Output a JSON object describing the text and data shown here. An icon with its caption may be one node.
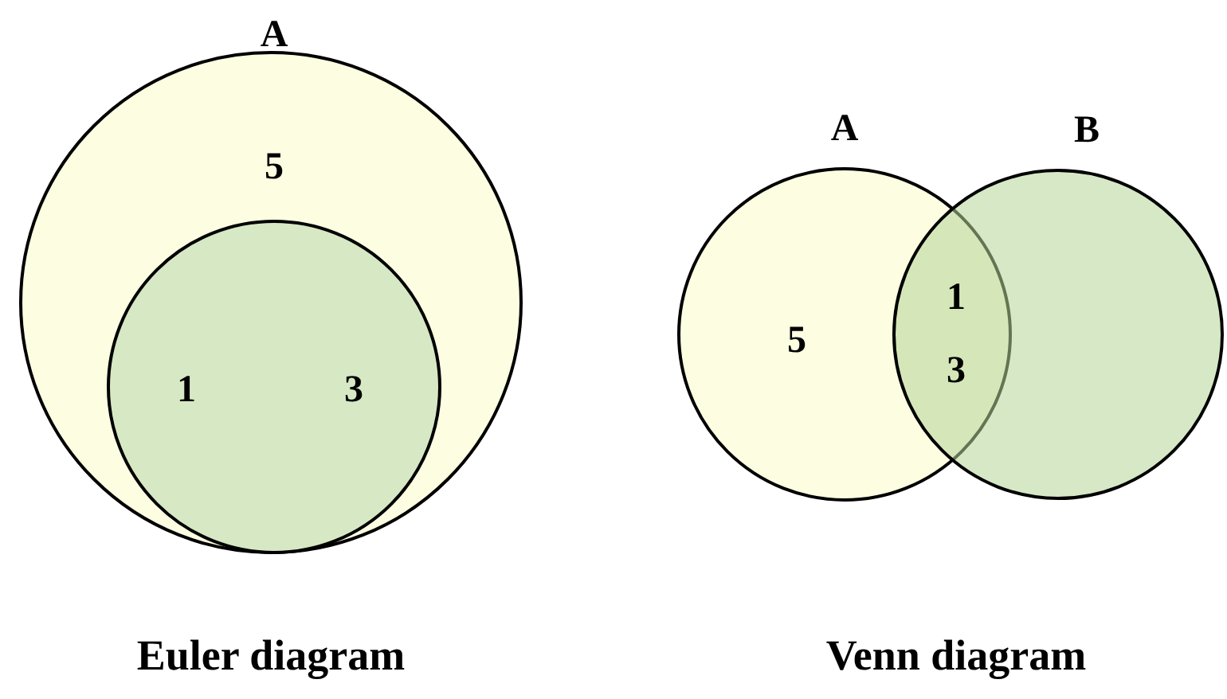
{
  "diagram": {
    "nodes": [
      {
        "text": [
          "A",
          "5"
        ]
      },
      {
        "text": [
          "1",
          "3"
        ],
        "in": 0
      },
      {
        "text": [
          "A",
          "5"
        ]
      },
      {
        "text": [
          "B"
        ]
      }
    ],
    "labels": [
      "1",
      "3",
      "Euler diagram",
      "Venn diagram"
    ]
  }
}
